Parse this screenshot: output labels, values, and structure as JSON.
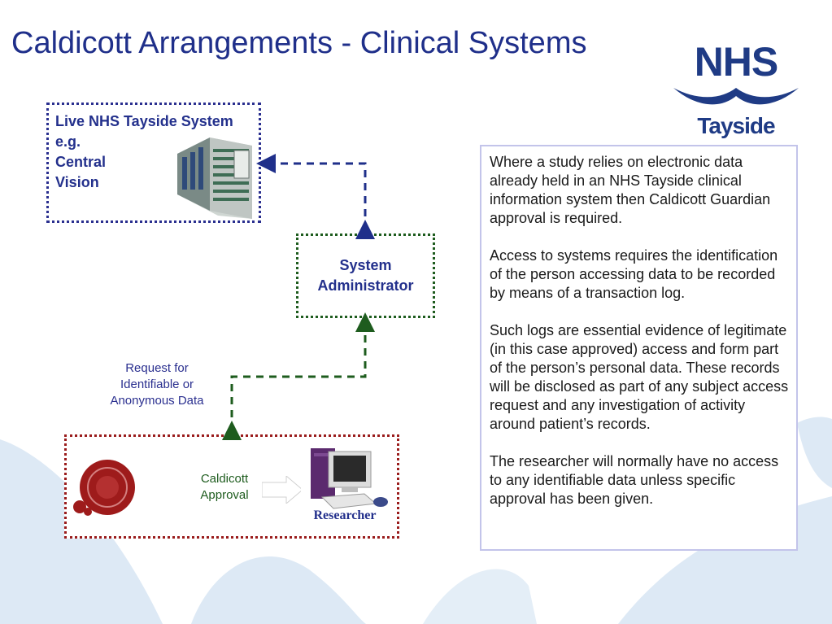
{
  "title": "Caldicott Arrangements - Clinical Systems",
  "logo": {
    "primary": "NHS",
    "secondary": "Tayside"
  },
  "live_system": {
    "label": "Live NHS Tayside System\ne.g.\nCentral\nVision"
  },
  "system_admin": {
    "label": "System\nAdministrator"
  },
  "request": {
    "label": "Request for\nIdentifiable or\nAnonymous Data"
  },
  "approval": {
    "label": "Caldicott\nApproval"
  },
  "researcher": {
    "label": "Researcher"
  },
  "info": {
    "paragraphs": [
      "Where a study relies on electronic data already held in an NHS Tayside clinical information system then Caldicott Guardian approval is required.",
      "Access to systems requires the identification of the person accessing data to be recorded by means of a transaction log.",
      "Such logs are essential evidence of legitimate (in this case approved) access and form part of the person’s personal data. These records will be disclosed as part of any subject access request and any investigation of activity around patient’s records.",
      "The researcher will normally have no access to any identifiable data unless specific approval has been given."
    ]
  },
  "colors": {
    "title": "#1f2f8a",
    "blue_connector": "#1f2f8a",
    "green_connector": "#1e5c1e",
    "red_border": "#9a1c1c",
    "background_deco": "#dbe8f4"
  }
}
